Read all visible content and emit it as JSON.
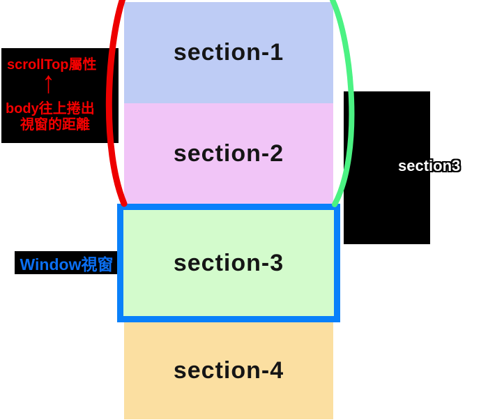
{
  "sections": [
    {
      "label": "section-1",
      "color": "#BECCF5"
    },
    {
      "label": "section-2",
      "color": "#F1C5F7"
    },
    {
      "label": "section-3",
      "color": "#D3FBCC"
    },
    {
      "label": "section-4",
      "color": "#FBDFA1"
    }
  ],
  "annotations": {
    "scrolltop": {
      "title": "scrollTop屬性",
      "arrow": "↑",
      "line1": "body往上捲出",
      "line2": "視窗的距離",
      "text_color": "#F40000",
      "bg_color": "#000000"
    },
    "window_label": {
      "text": "Window視窗",
      "text_color": "#0B6FF2",
      "bg_color": "#000000"
    },
    "right_label": {
      "text": "section3",
      "text_color": "#FFFFFF",
      "outline_color": "#000000",
      "bg_color": "#000000"
    }
  },
  "viewport_box": {
    "border_color": "#0980FA"
  },
  "curves": {
    "left_color": "#EE0000",
    "right_color": "#4BF283"
  }
}
